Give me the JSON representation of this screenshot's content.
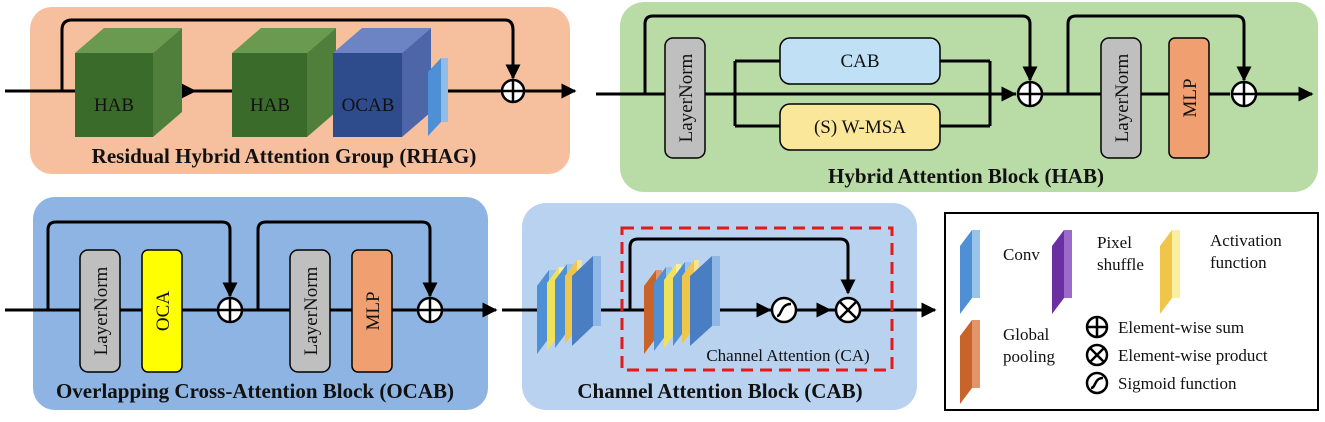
{
  "rhag": {
    "caption": "Residual Hybrid Attention Group (RHAG)",
    "hab_label_1": "HAB",
    "hab_label_2": "HAB",
    "ocab_label": "OCAB"
  },
  "hab": {
    "caption": "Hybrid Attention Block (HAB)",
    "layernorm_1": "LayerNorm",
    "cab": "CAB",
    "wmsa": "(S) W-MSA",
    "layernorm_2": "LayerNorm",
    "mlp": "MLP"
  },
  "ocab": {
    "caption": "Overlapping Cross-Attention Block (OCAB)",
    "layernorm_1": "LayerNorm",
    "oca": "OCA",
    "layernorm_2": "LayerNorm",
    "mlp": "MLP"
  },
  "cab": {
    "caption": "Channel Attention Block (CAB)",
    "ca_label": "Channel Attention (CA)"
  },
  "legend": {
    "conv": "Conv",
    "pixel_shuffle_1": "Pixel",
    "pixel_shuffle_2": "shuffle",
    "activation_1": "Activation",
    "activation_2": "function",
    "global_pooling_1": "Global",
    "global_pooling_2": "pooling",
    "sum": "Element-wise sum",
    "product": "Element-wise product",
    "sigmoid": "Sigmoid function"
  },
  "colors": {
    "rhag_bg": "#f6bf9d",
    "hab_bg": "#b9dca6",
    "ocab_bg": "#8db4e2",
    "cab_bg": "#b8d2ef",
    "hab_block": "#3b6b2a",
    "ocab_block": "#2e4b8c",
    "conv": "#4f8fd6",
    "pixel_shuffle": "#6a2fa0",
    "activation": "#efc64a",
    "global_pooling": "#c8642a",
    "layernorm": "#bfbfbf",
    "cab_box": "#bfe0f5",
    "wmsa_box": "#fbe79a",
    "mlp": "#f0a070",
    "oca": "#ffff00",
    "ca_dash": "#e01b1b"
  }
}
